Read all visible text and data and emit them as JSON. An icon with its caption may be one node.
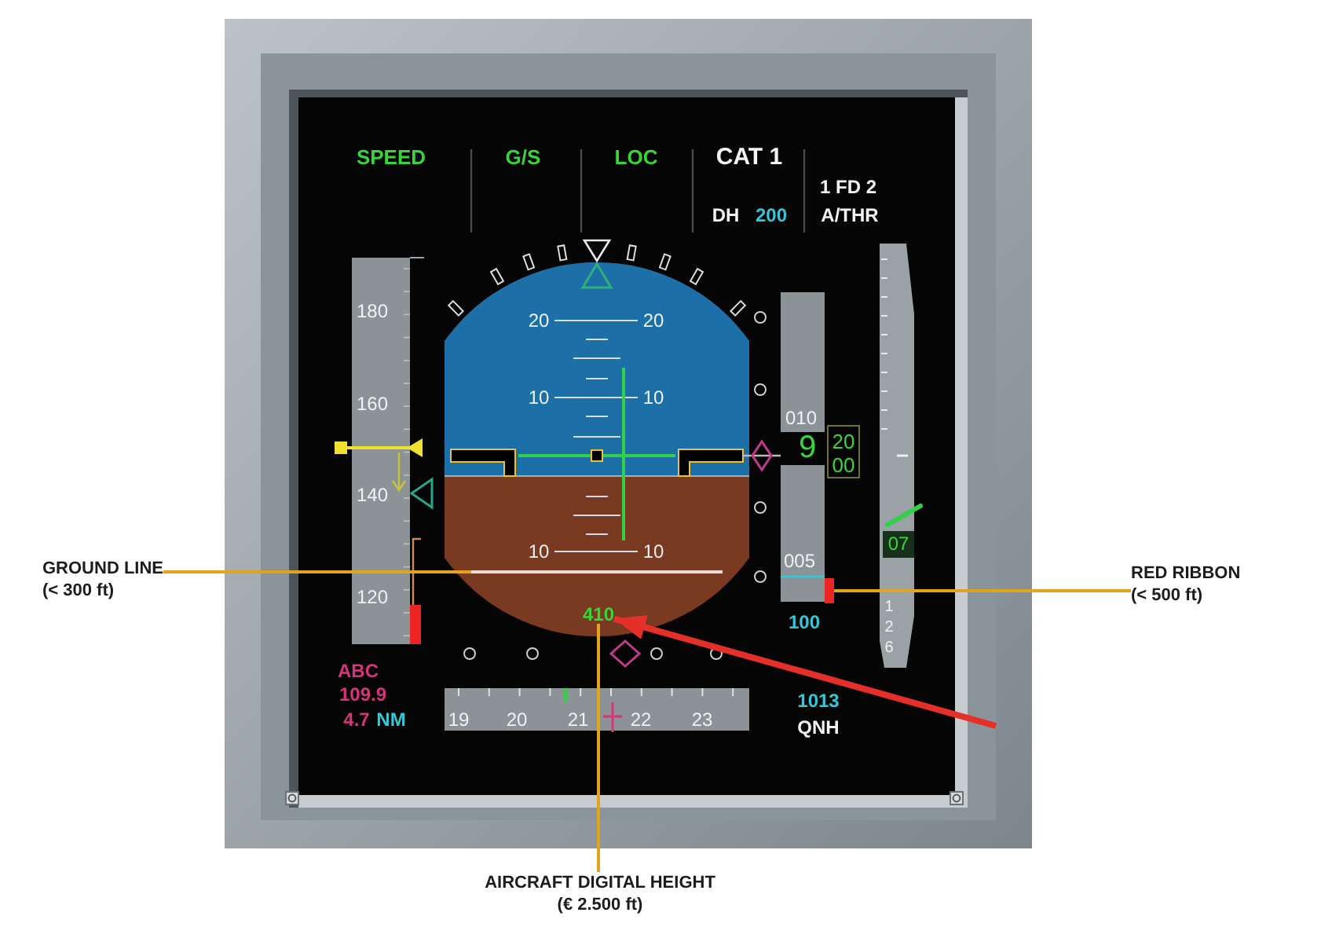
{
  "diagram": {
    "nodes": [
      {
        "text": [
          "GROUND LINE",
          "(< 300 ft)"
        ]
      },
      {
        "text": [],
        "shape": "line"
      },
      {
        "text": [],
        "shape": "bar"
      },
      {
        "text": [
          "RED RIBBON",
          "(< 500 ft)"
        ]
      },
      {
        "text": [
          "410"
        ]
      },
      {
        "text": [
          "AIRCRAFT DIGITAL HEIGHT",
          "(€ 2.500 ft)"
        ]
      }
    ],
    "edges": [
      {
        "from": 0,
        "to": 1,
        "arrow": "none"
      },
      {
        "from": 3,
        "to": 2,
        "arrow": "none"
      },
      {
        "from": 5,
        "to": 4,
        "arrow": "none"
      },
      {
        "from": null,
        "to": 4,
        "arrow": "to",
        "style": "thick",
        "color": "#e5302a"
      }
    ],
    "labels": [
      "SPEED",
      "G/S",
      "LOC",
      "CAT 1",
      "1 FD 2",
      "DH",
      "200",
      "A/THR",
      "180",
      "20",
      "20",
      "10",
      "10",
      "160",
      "010",
      "9",
      "20",
      "00",
      "140",
      "07",
      "10",
      "10",
      "005",
      "120",
      "1",
      "100",
      "2",
      "6",
      "ABC",
      "109.9",
      "4.7",
      "NM",
      "19",
      "20",
      "21",
      "22",
      "23",
      "1013",
      "QNH"
    ]
  }
}
